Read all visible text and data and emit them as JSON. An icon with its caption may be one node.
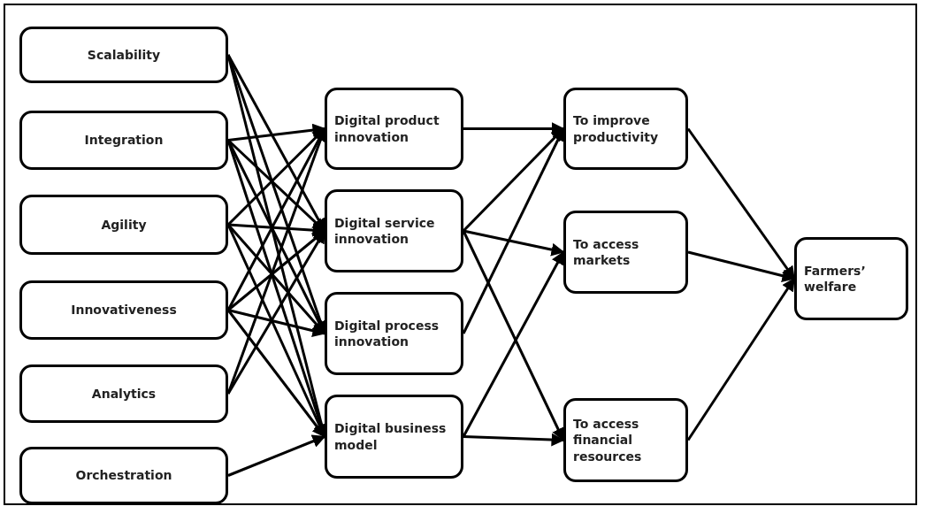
{
  "diagram": {
    "nodes": [
      {
        "text": [
          "Scalability"
        ]
      },
      {
        "text": [
          "Integration"
        ]
      },
      {
        "text": [
          "Agility"
        ]
      },
      {
        "text": [
          "Innovativeness"
        ]
      },
      {
        "text": [
          "Analytics"
        ]
      },
      {
        "text": [
          "Orchestration"
        ]
      },
      {
        "text": [
          "Digital product innovation"
        ]
      },
      {
        "text": [
          "Digital service innovation"
        ]
      },
      {
        "text": [
          "Digital process innovation"
        ]
      },
      {
        "text": [
          "Digital business model"
        ]
      },
      {
        "text": [
          "To improve productivity"
        ]
      },
      {
        "text": [
          "To access markets"
        ]
      },
      {
        "text": [
          "To access financial resources"
        ]
      },
      {
        "text": [
          "Farmers’ welfare"
        ]
      }
    ],
    "edges": [
      {
        "from": 0,
        "to": 7,
        "arrow": "to"
      },
      {
        "from": 0,
        "to": 8,
        "arrow": "to"
      },
      {
        "from": 0,
        "to": 9,
        "arrow": "to"
      },
      {
        "from": 1,
        "to": 6,
        "arrow": "to"
      },
      {
        "from": 1,
        "to": 7,
        "arrow": "to"
      },
      {
        "from": 1,
        "to": 8,
        "arrow": "to"
      },
      {
        "from": 1,
        "to": 9,
        "arrow": "to"
      },
      {
        "from": 2,
        "to": 6,
        "arrow": "to"
      },
      {
        "from": 2,
        "to": 7,
        "arrow": "to"
      },
      {
        "from": 2,
        "to": 8,
        "arrow": "to"
      },
      {
        "from": 2,
        "to": 9,
        "arrow": "to"
      },
      {
        "from": 3,
        "to": 6,
        "arrow": "to"
      },
      {
        "from": 3,
        "to": 7,
        "arrow": "to"
      },
      {
        "from": 3,
        "to": 8,
        "arrow": "to"
      },
      {
        "from": 3,
        "to": 9,
        "arrow": "to"
      },
      {
        "from": 4,
        "to": 6,
        "arrow": "to"
      },
      {
        "from": 4,
        "to": 7,
        "arrow": "to"
      },
      {
        "from": 5,
        "to": 9,
        "arrow": "to"
      },
      {
        "from": 6,
        "to": 10,
        "arrow": "to"
      },
      {
        "from": 7,
        "to": 10,
        "arrow": "to"
      },
      {
        "from": 7,
        "to": 11,
        "arrow": "to"
      },
      {
        "from": 7,
        "to": 12,
        "arrow": "to"
      },
      {
        "from": 8,
        "to": 10,
        "arrow": "to"
      },
      {
        "from": 9,
        "to": 11,
        "arrow": "to"
      },
      {
        "from": 9,
        "to": 12,
        "arrow": "to"
      },
      {
        "from": 10,
        "to": 13,
        "arrow": "to"
      },
      {
        "from": 11,
        "to": 13,
        "arrow": "to"
      },
      {
        "from": 12,
        "to": 13,
        "arrow": "to"
      }
    ]
  }
}
